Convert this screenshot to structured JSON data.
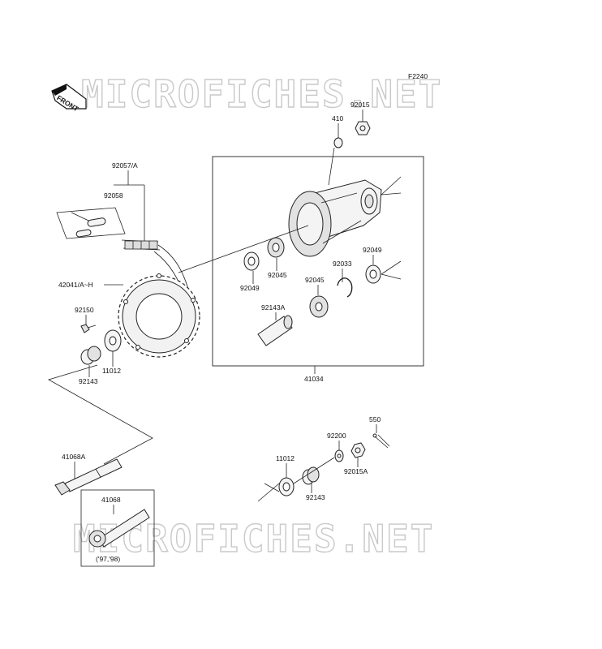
{
  "diagram": {
    "ref_code": "F2240",
    "front_label": "FRONT",
    "watermark_top": "MICROFICHES.NET",
    "watermark_bottom": "MICROFICHES.NET",
    "parts": {
      "p92015": "92015",
      "p410": "410",
      "p92057a": "92057/A",
      "p92058": "92058",
      "p42041": "42041/A~H",
      "p92150": "92150",
      "p92143_left": "92143",
      "p11012_left": "11012",
      "p92049_left": "92049",
      "p92045_top": "92045",
      "p92033": "92033",
      "p92049_right": "92049",
      "p92045_mid": "92045",
      "p92143a": "92143A",
      "p41034": "41034",
      "p41068a": "41068A",
      "p41068": "41068",
      "p550": "550",
      "p92200": "92200",
      "p11012_right": "11012",
      "p92015a": "92015A",
      "p92143_right": "92143",
      "years": "('97,'98)"
    }
  }
}
